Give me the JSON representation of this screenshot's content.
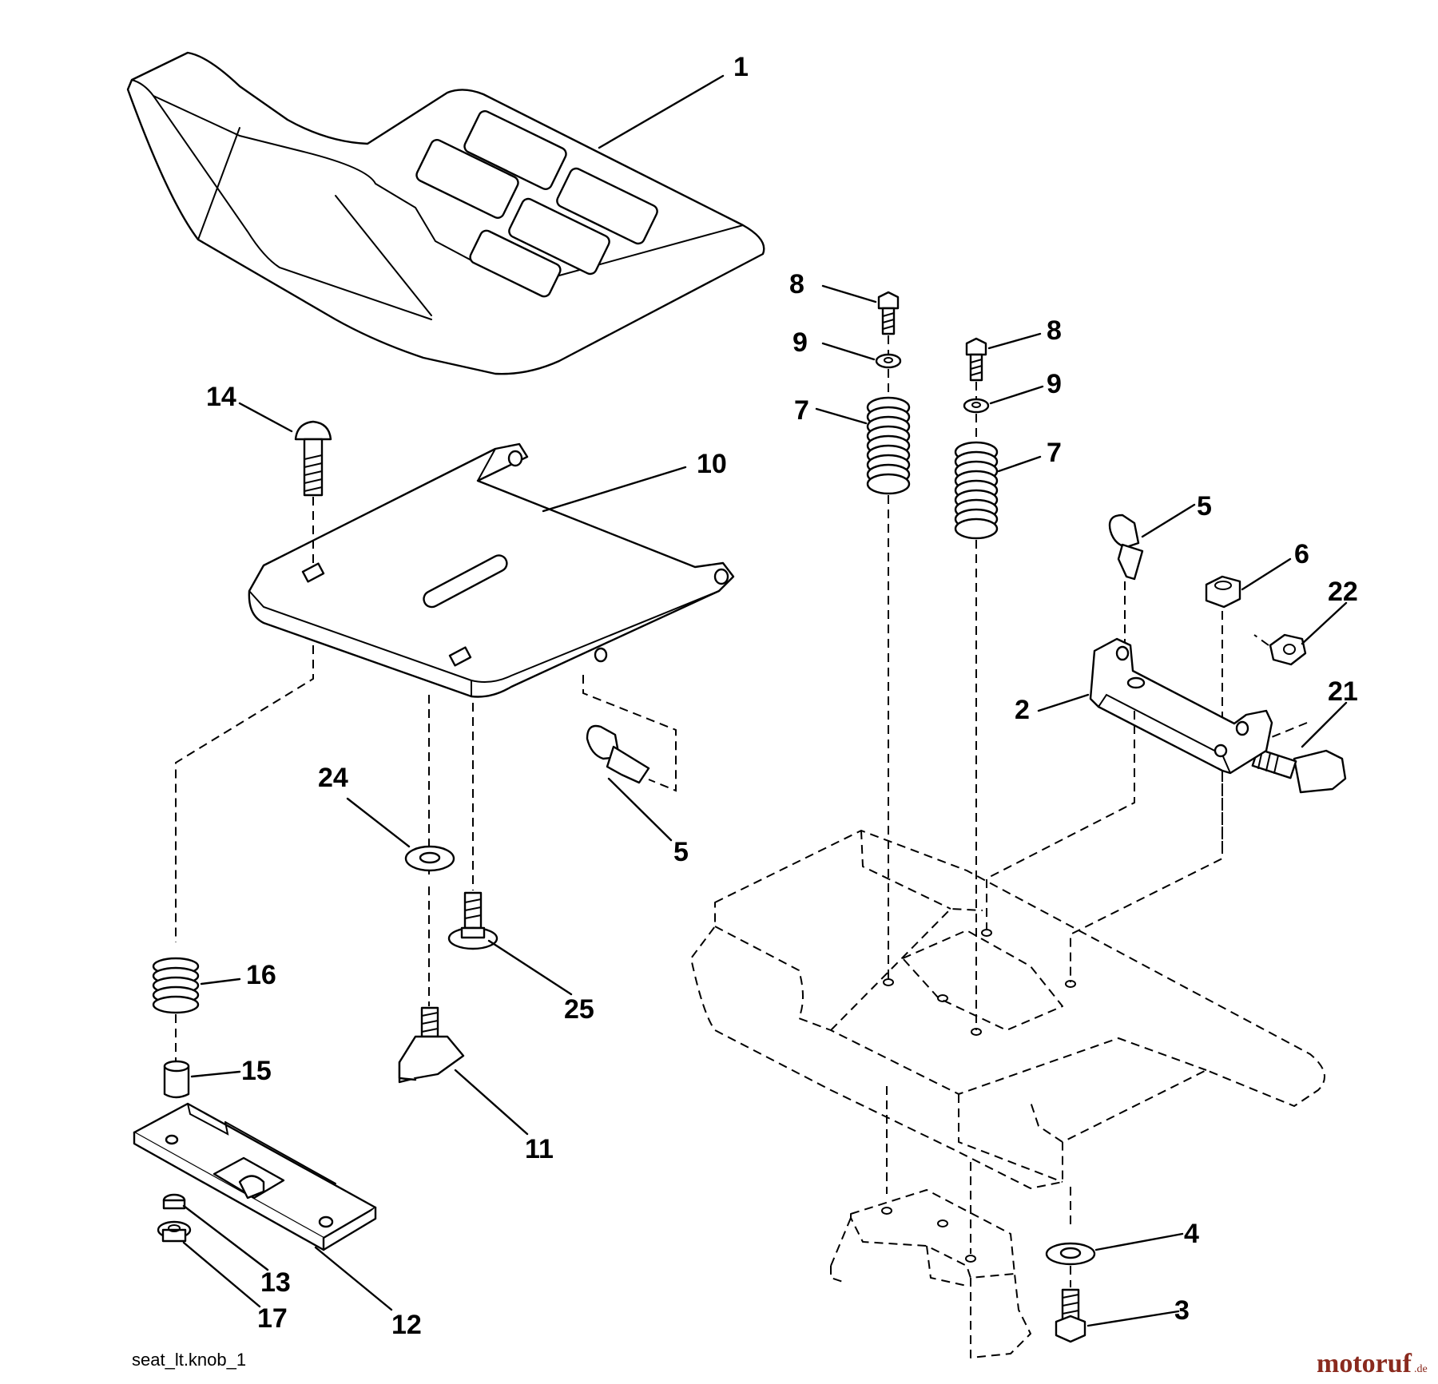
{
  "diagram": {
    "caption": "seat_lt.knob_1",
    "watermark_text": "motoruf",
    "watermark_suffix": ".de",
    "colors": {
      "line": "#000000",
      "background": "#ffffff",
      "watermark": "#8a2a1e"
    },
    "callouts": {
      "seat": "1",
      "bracket": "2",
      "bolt_3": "3",
      "washer_4": "4",
      "clip_5_right": "5",
      "clip_5_left": "5",
      "nut_6": "6",
      "spring_7_left": "7",
      "spring_7_right": "7",
      "bolt_8_left": "8",
      "bolt_8_right": "8",
      "washer_9_left": "9",
      "washer_9_right": "9",
      "seat_pan": "10",
      "knob_11": "11",
      "slide_plate_12": "12",
      "nut_13": "13",
      "carriage_bolt_14": "14",
      "spacer_15": "15",
      "spring_16": "16",
      "nut_17": "17",
      "bolt_21": "21",
      "nut_22": "22",
      "washer_24": "24",
      "bolt_25": "25"
    }
  }
}
